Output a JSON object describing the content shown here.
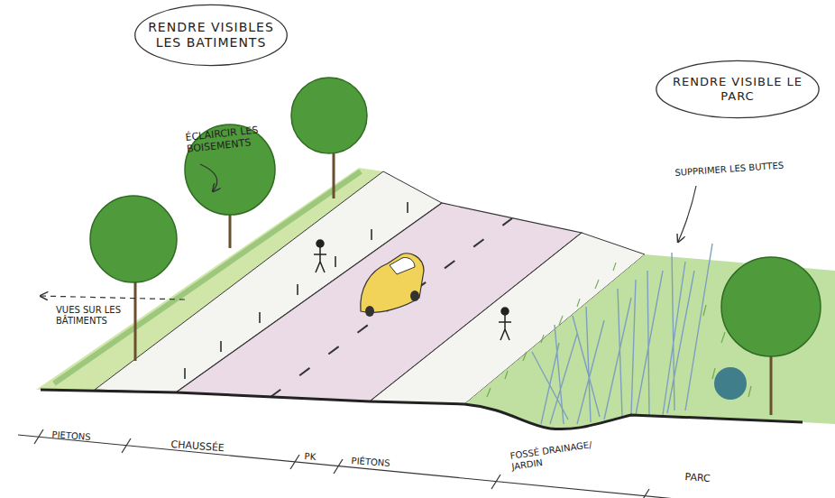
{
  "diagram": {
    "nodes": [
      {
        "text": [
          "RENDRE VISIBLES LES BATIMENTS"
        ]
      },
      {
        "text": [
          "RENDRE VISIBLE LE PARC"
        ]
      }
    ],
    "labels": [
      "ÉCLAIRCIR LES BOISEMENTS",
      "VUES SUR LES BÂTIMENTS",
      "SUPPRIMER LES BUTTES",
      "PIETONS",
      "CHAUSSÉE",
      "PK",
      "PIÉTONS",
      "FOSSÉ DRAINAGE/ JARDIN",
      "PARC"
    ]
  }
}
